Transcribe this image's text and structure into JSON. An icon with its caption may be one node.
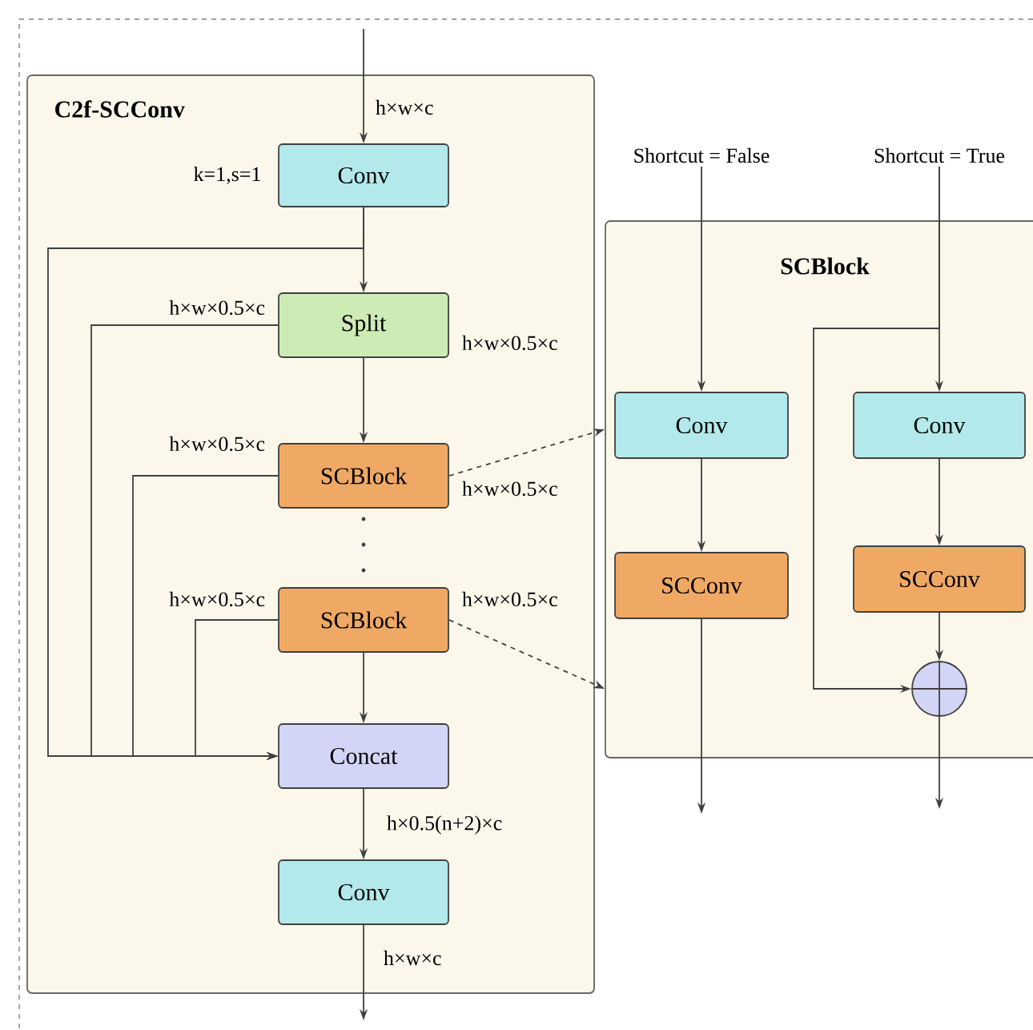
{
  "diagram": {
    "nodes": [
      {
        "text": [
          "C2f-SCConv"
        ]
      },
      {
        "text": [
          "Conv"
        ],
        "in": 0,
        "beside": [
          "k=1,s=1"
        ]
      },
      {
        "text": [
          "Split"
        ],
        "in": 0
      },
      {
        "text": [
          "SCBlock"
        ],
        "in": 0
      },
      {
        "text": [
          "SCBlock"
        ],
        "in": 0
      },
      {
        "text": [
          "Concat"
        ],
        "in": 0
      },
      {
        "text": [
          "Conv"
        ],
        "in": 0
      },
      {
        "text": [
          "SCBlock"
        ]
      },
      {
        "text": [
          "Conv"
        ],
        "in": 7
      },
      {
        "text": [
          "SCConv"
        ],
        "in": 7
      },
      {
        "text": [
          "Conv"
        ],
        "in": 7
      },
      {
        "text": [
          "SCConv"
        ],
        "in": 7
      },
      {
        "text": [],
        "shape": "circle",
        "in": 7
      },
      {
        "text": [
          "Shortcut = False"
        ]
      },
      {
        "text": [
          "Shortcut = True"
        ]
      }
    ],
    "edges": [
      {
        "from": null,
        "to": 1,
        "arrow": "to",
        "label": "h×w×c"
      },
      {
        "from": 1,
        "to": 2,
        "arrow": "to"
      },
      {
        "from": 1,
        "to": 5,
        "arrow": "to"
      },
      {
        "from": 2,
        "to": 3,
        "arrow": "to",
        "label": "h×w×0.5×c"
      },
      {
        "from": 2,
        "to": 5,
        "arrow": "to",
        "label": "h×w×0.5×c"
      },
      {
        "from": 3,
        "to": 5,
        "arrow": "to",
        "label": "h×w×0.5×c"
      },
      {
        "from": 4,
        "to": 5,
        "arrow": "to"
      },
      {
        "from": 4,
        "to": 5,
        "arrow": "to",
        "label": "h×w×0.5×c"
      },
      {
        "from": 5,
        "to": 6,
        "arrow": "to",
        "label": "h×0.5(n+2)×c"
      },
      {
        "from": 6,
        "to": null,
        "arrow": "to",
        "label": "h×w×c"
      },
      {
        "from": 3,
        "to": 7,
        "arrow": "to",
        "style": "dashed",
        "label": "h×w×0.5×c"
      },
      {
        "from": 4,
        "to": 7,
        "arrow": "to",
        "style": "dashed",
        "label": "h×w×0.5×c"
      },
      {
        "from": 13,
        "to": 8,
        "arrow": "to"
      },
      {
        "from": 14,
        "to": 10,
        "arrow": "to"
      },
      {
        "from": 14,
        "to": 12,
        "arrow": "to"
      },
      {
        "from": 8,
        "to": 9,
        "arrow": "to"
      },
      {
        "from": 10,
        "to": 11,
        "arrow": "to"
      },
      {
        "from": 11,
        "to": 12,
        "arrow": "to"
      },
      {
        "from": 9,
        "to": null,
        "arrow": "to"
      },
      {
        "from": 12,
        "to": null,
        "arrow": "to"
      }
    ]
  }
}
